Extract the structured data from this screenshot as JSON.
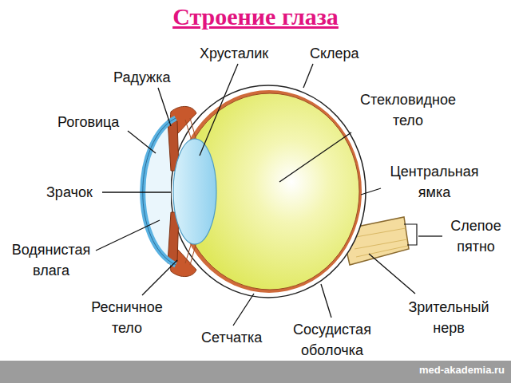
{
  "diagram": {
    "title": "Строение глаза",
    "labels": [
      "Хрусталик",
      "Склера",
      "Радужка",
      "Роговица",
      "Стекловидное тело",
      "Центральная ямка",
      "Зрачок",
      "Слепое пятно",
      "Водянистая влага",
      "Ресничное тело",
      "Зрительный нерв",
      "Сетчатка",
      "Сосудистая оболочка",
      "med-akademia.ru"
    ]
  }
}
